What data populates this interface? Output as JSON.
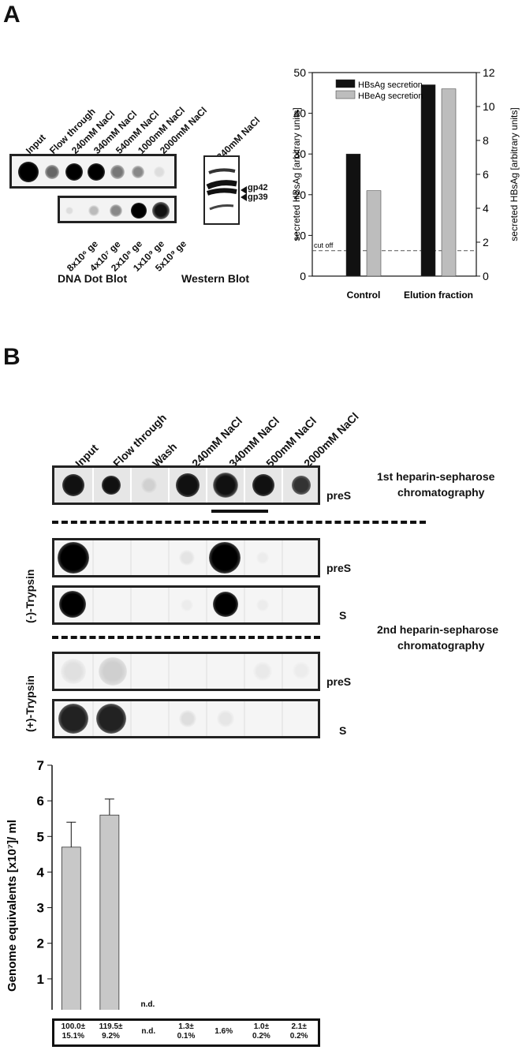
{
  "panel_a": {
    "letter": "A",
    "dot_blot_top_lanes": [
      "Input",
      "Flow through",
      "240mM NaCl",
      "340mM NaCl",
      "540mM NaCl",
      "1000mM NaCl",
      "2000mM NaCl"
    ],
    "dot_blot_standard_lanes": [
      "8x10⁶ ge",
      "4x10⁷ ge",
      "2x10⁸ ge",
      "1x10⁹ ge",
      "5x10⁹ ge"
    ],
    "dot_blot_caption": "DNA Dot Blot",
    "western_lane": "340mM NaCl",
    "western_bands": [
      "gp42",
      "gp39"
    ],
    "western_caption": "Western Blot"
  },
  "panel_b": {
    "letter": "B",
    "lanes": [
      "Input",
      "Flow through",
      "Wash",
      "240mM NaCl",
      "340mM NaCl",
      "500mM NaCl",
      "2000mM NaCl"
    ],
    "first_label_line1": "1st heparin-sepharose",
    "first_label_line2": "chromatography",
    "second_label_line1": "2nd heparin-sepharose",
    "second_label_line2": "chromatography",
    "row_labels": [
      "preS",
      "preS",
      "S",
      "preS",
      "S"
    ],
    "minus_trypsin": "(-)-Trypsin",
    "plus_trypsin": "(+)-Trypsin",
    "table_cells": [
      [
        "100.0±",
        "15.1%"
      ],
      [
        "119.5±",
        "9.2%"
      ],
      [
        "n.d.",
        ""
      ],
      [
        "1.3±",
        "0.1%"
      ],
      [
        "1.6%",
        ""
      ],
      [
        "1.0±",
        "0.2%"
      ],
      [
        "2.1±",
        "0.2%"
      ]
    ]
  },
  "chart_data": [
    {
      "type": "bar",
      "categories": [
        "Control",
        "Elution fraction"
      ],
      "series": [
        {
          "name": "HBsAg secretion",
          "values": [
            30,
            47
          ],
          "color": "#111111"
        },
        {
          "name": "HBeAg secretion",
          "values": [
            21,
            46
          ],
          "color": "#bdbdbd"
        }
      ],
      "ylabel": "secreted HBsAg [arbitrary units]",
      "ylim": [
        0,
        50
      ],
      "yticks": [
        0,
        10,
        20,
        30,
        40,
        50
      ],
      "y2label": "secreted HBsAg [arbitrary units]",
      "y2lim": [
        0,
        12
      ],
      "y2ticks": [
        0,
        2,
        4,
        6,
        8,
        10,
        12
      ],
      "cutoff": {
        "label": "cut off",
        "value": 1.5
      },
      "legend_position": "top-left"
    },
    {
      "type": "bar",
      "categories": [
        "Input",
        "Flow through",
        "Wash",
        "240mM NaCl",
        "340mM NaCl",
        "500mM NaCl",
        "2000mM NaCl"
      ],
      "values": [
        4.7,
        5.6,
        null,
        0.08,
        0.09,
        0.07,
        0.12
      ],
      "errors": [
        0.7,
        0.45,
        null,
        0.0,
        0.0,
        0.0,
        0.0
      ],
      "annotations": [
        null,
        null,
        "n.d.",
        null,
        null,
        null,
        null
      ],
      "ylabel": "Genome equivalents [x10⁷]/ ml",
      "ylim": [
        0,
        7
      ],
      "yticks": [
        0,
        1,
        2,
        3,
        4,
        5,
        6,
        7
      ],
      "color": "#c8c8c8"
    }
  ]
}
